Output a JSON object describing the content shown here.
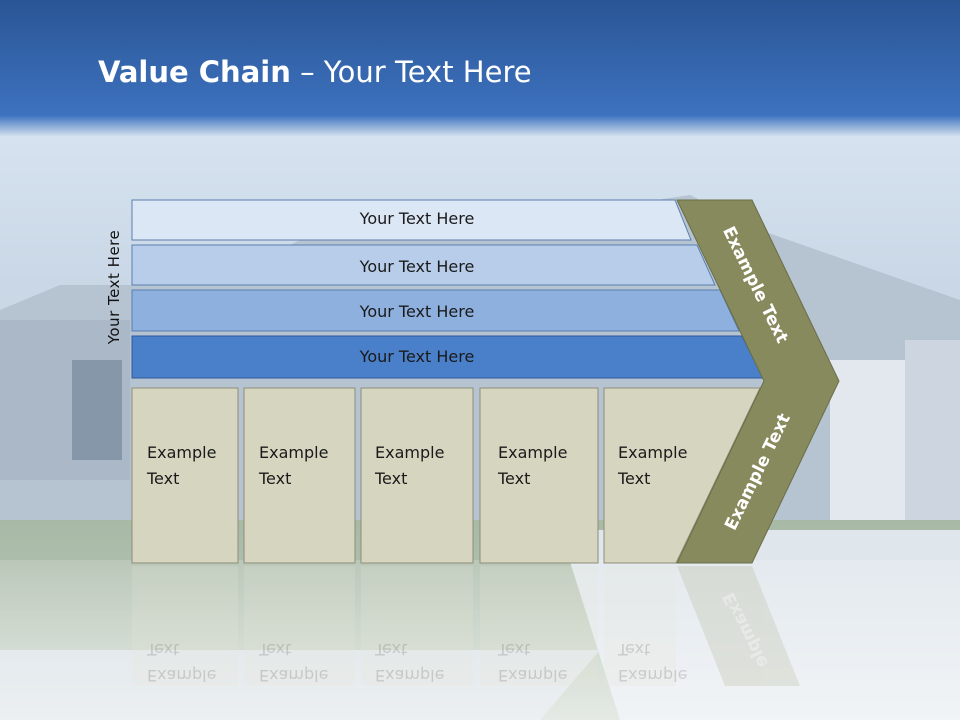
{
  "slide": {
    "title_bold": "Value Chain",
    "title_rest": " – Your Text Here",
    "vertical_label": "Your Text Here"
  },
  "rows": [
    {
      "label": "Your Text Here",
      "color": "#dce7f5"
    },
    {
      "label": "Your Text Here",
      "color": "#b7cdea"
    },
    {
      "label": "Your Text Here",
      "color": "#8eb0df"
    },
    {
      "label": "Your Text Here",
      "color": "#4a7fc9"
    }
  ],
  "boxes": [
    {
      "line1": "Example",
      "line2": "Text"
    },
    {
      "line1": "Example",
      "line2": "Text"
    },
    {
      "line1": "Example",
      "line2": "Text"
    },
    {
      "line1": "Example",
      "line2": "Text"
    },
    {
      "line1": "Example",
      "line2": "Text"
    }
  ],
  "chevron": {
    "upper_label": "Example Text",
    "lower_label": "Example Text",
    "reflection_label": "Example"
  },
  "colors": {
    "header_blue": "#3a6db2",
    "box_fill": "#d6d5c0",
    "chevron_fill": "#878a5d"
  }
}
